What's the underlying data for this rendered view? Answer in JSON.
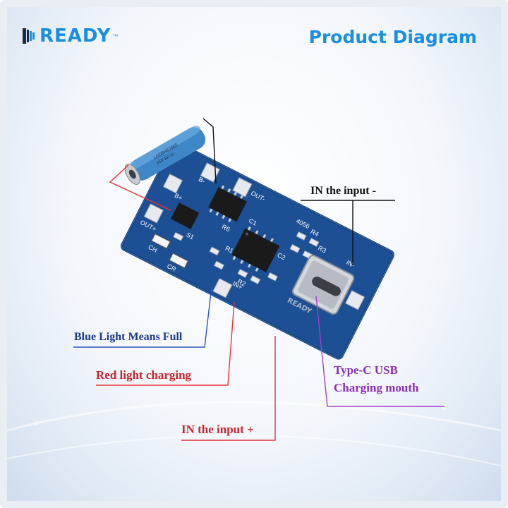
{
  "brand": {
    "name": "READY",
    "tm": "™"
  },
  "header": {
    "title": "Product Diagram"
  },
  "board_text": {
    "chip_label": "4056",
    "watermark": "READY",
    "pins": [
      "B-",
      "B+",
      "OUT-",
      "OUT+",
      "IN-",
      "IN+"
    ],
    "parts": [
      "R1",
      "R2",
      "R3",
      "R4",
      "R6",
      "S1",
      "CR",
      "CH",
      "C1",
      "C2"
    ]
  },
  "battery_text": [
    "LGDBHE1865",
    "H2FJ47J0"
  ],
  "callouts": {
    "in_minus": "IN the input -",
    "blue_light": "Blue Light Means Full",
    "red_light": "Red light charging",
    "in_plus": "IN the input +",
    "typec_line1": "Type-C USB",
    "typec_line2": "Charging mouth"
  },
  "colors": {
    "accent": "#1a8ee0",
    "board": "#1d4f94",
    "red_line": "#e8303a",
    "purple_line": "#a43fc9",
    "blue_text": "#1c3a8c",
    "red_text": "#c4262e",
    "purple_text": "#8a2fb8"
  }
}
